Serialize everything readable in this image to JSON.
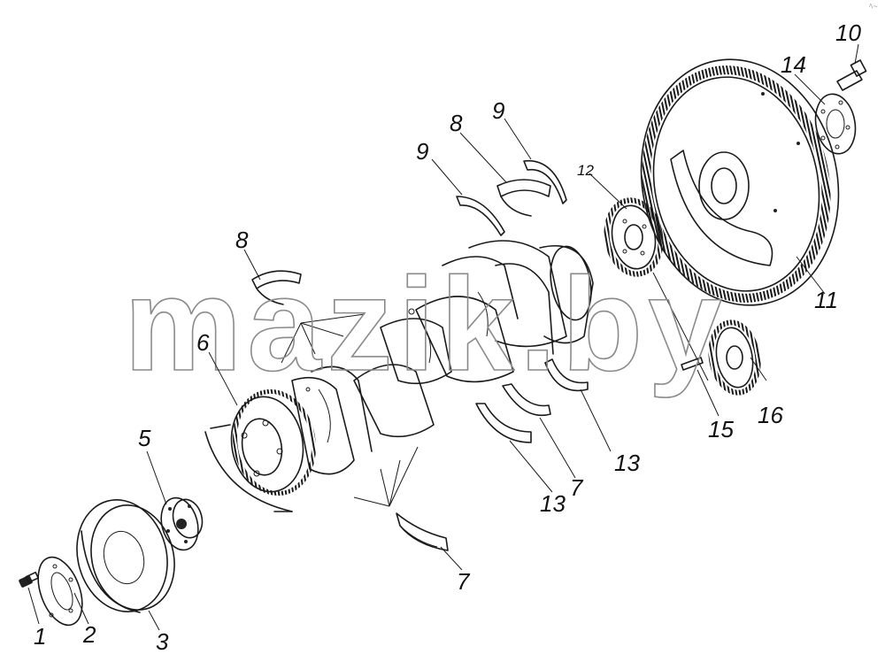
{
  "watermark": "mazik.by",
  "corner_mark": "ﾍ~",
  "callouts": {
    "c1": "1",
    "c2": "2",
    "c3": "3",
    "c5": "5",
    "c6": "6",
    "c7a": "7",
    "c7b": "7",
    "c8a": "8",
    "c8b": "8",
    "c9a": "9",
    "c9b": "9",
    "c10": "10",
    "c11": "11",
    "c12": "12",
    "c13a": "13",
    "c13b": "13",
    "c14": "14",
    "c15": "15",
    "c16": "16"
  }
}
